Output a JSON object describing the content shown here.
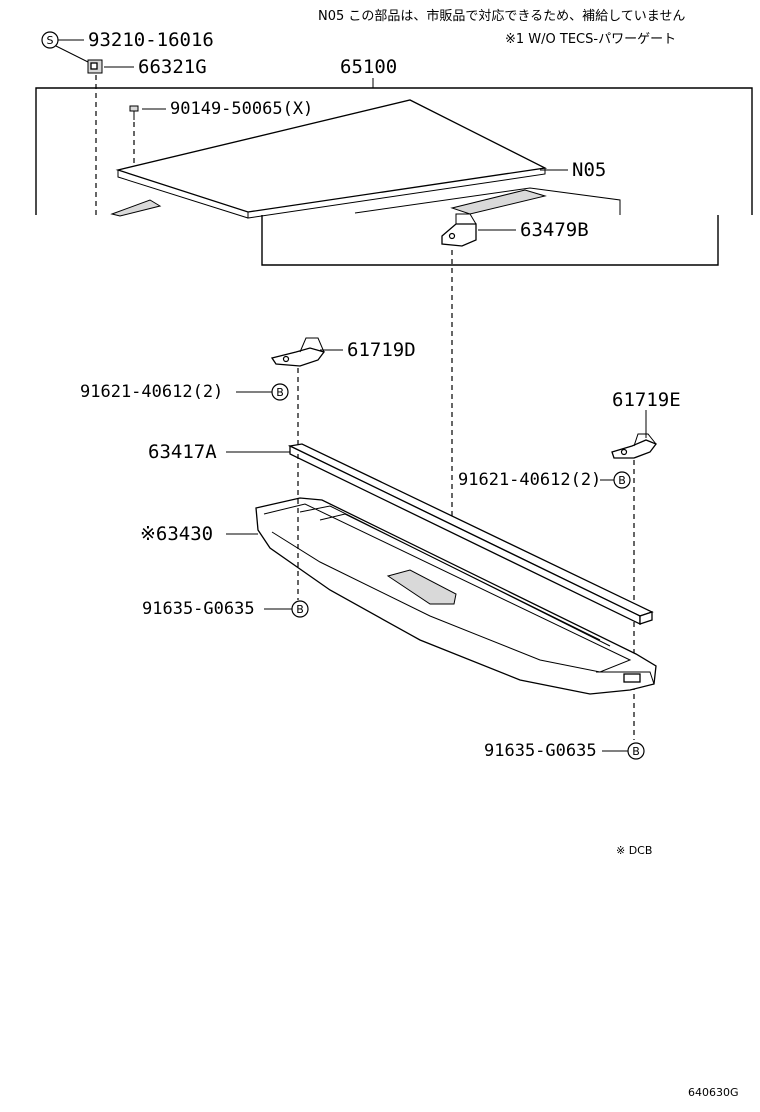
{
  "notes": {
    "line1": "N05 この部品は、市販品で対応できるため、補給していません",
    "line2": "※1 W/O TECS-パワーゲート",
    "dcb": "※ DCB",
    "figure_id": "640630G"
  },
  "symbols": {
    "s": "S",
    "b": "B"
  },
  "labels": {
    "p93210": "93210-16016",
    "p66321g": "66321G",
    "p65100": "65100",
    "p90149": "90149-50065(X)",
    "n05": "N05",
    "p63479b": "63479B",
    "p61719d": "61719D",
    "p91621_left": "91621-40612(2)",
    "p61719e": "61719E",
    "p63417a": "63417A",
    "p91621_right": "91621-40612(2)",
    "p63430": "※63430",
    "p91635_left": "91635-G0635",
    "p91635_right": "91635-G0635"
  }
}
